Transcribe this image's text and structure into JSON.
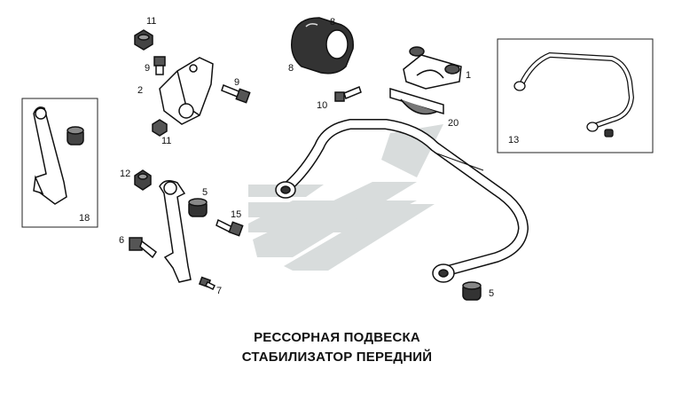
{
  "title_line1": "РЕССОРНАЯ ПОДВЕСКА",
  "title_line2": "СТАБИЛИЗАТОР ПЕРЕДНИЙ",
  "callouts": {
    "c1": "1",
    "c2": "2",
    "c5a": "5",
    "c5b": "5",
    "c6": "6",
    "c7": "7",
    "c8a": "8",
    "c8b": "8",
    "c9a": "9",
    "c9b": "9",
    "c10": "10",
    "c11a": "11",
    "c11b": "11",
    "c12": "12",
    "c13": "13",
    "c15": "15",
    "c18": "18",
    "c20": "20"
  }
}
